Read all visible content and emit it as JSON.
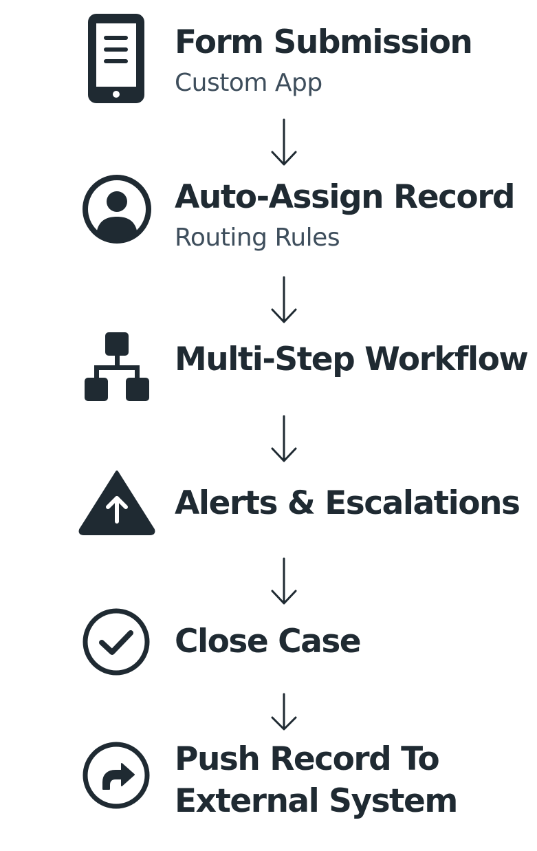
{
  "colors": {
    "ink": "#1f2a32",
    "subtitle": "#3e4e5c",
    "background": "#ffffff"
  },
  "steps": [
    {
      "icon": "phone-form-icon",
      "title": "Form Submission",
      "subtitle": "Custom App"
    },
    {
      "icon": "user-circle-icon",
      "title": "Auto-Assign Record",
      "subtitle": "Routing Rules"
    },
    {
      "icon": "hierarchy-icon",
      "title": "Multi-Step Workflow",
      "subtitle": ""
    },
    {
      "icon": "warning-triangle-up-icon",
      "title": "Alerts & Escalations",
      "subtitle": ""
    },
    {
      "icon": "check-circle-icon",
      "title": "Close Case",
      "subtitle": ""
    },
    {
      "icon": "forward-circle-icon",
      "title_line1": "Push Record To",
      "title_line2": "External System",
      "subtitle": ""
    }
  ],
  "connectors": [
    {
      "icon": "arrow-down-icon"
    },
    {
      "icon": "arrow-down-icon"
    },
    {
      "icon": "arrow-down-icon"
    },
    {
      "icon": "arrow-down-icon"
    },
    {
      "icon": "arrow-down-icon"
    }
  ]
}
